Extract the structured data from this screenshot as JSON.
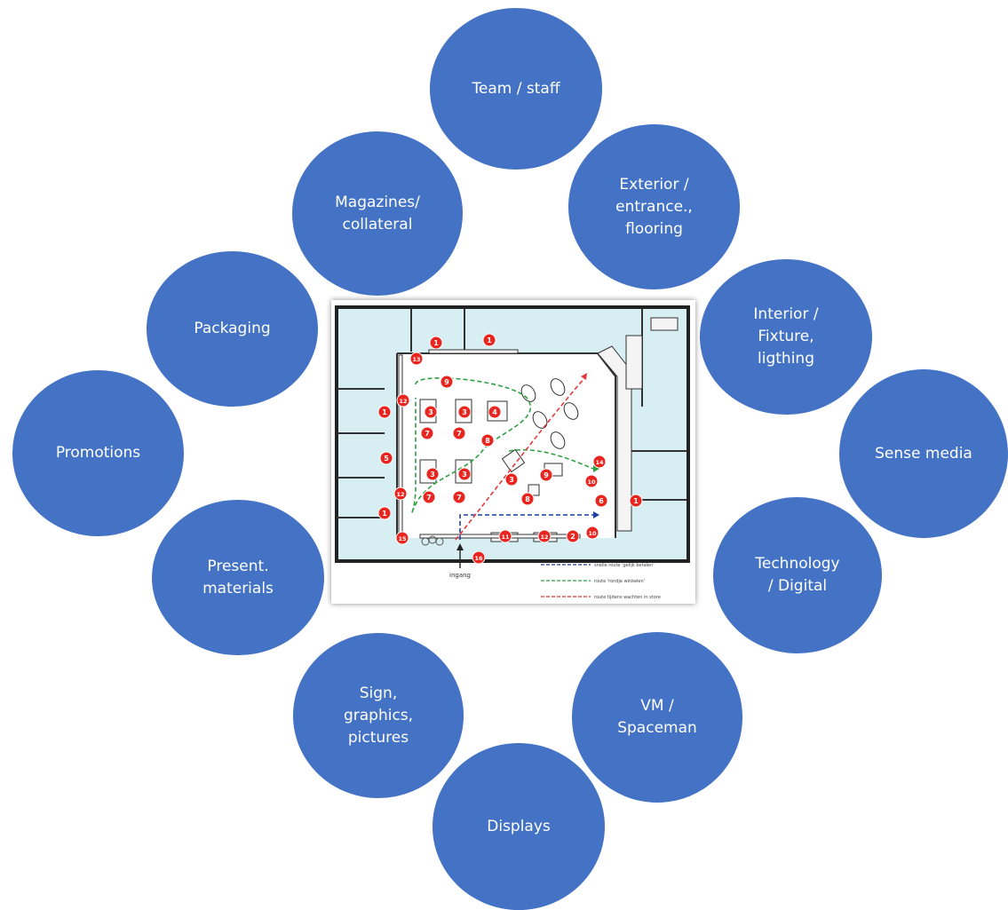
{
  "colors": {
    "circle_fill": "#4472c4",
    "circle_text": "#ffffff",
    "floor_tint": "#d7eef2",
    "pin_red": "#e8251f",
    "route_blue": "#1f3fa8",
    "route_green": "#2ea043",
    "route_red": "#e23a3a"
  },
  "circles": {
    "team": "Team / staff",
    "exterior": "Exterior /\nentrance.,\nflooring",
    "interior": "Interior /\nFixture,\nligthing",
    "sense": "Sense media",
    "technology": "Technology\n/ Digital",
    "vm": "VM /\nSpaceman",
    "displays": "Displays",
    "sign": "Sign,\ngraphics,\npictures",
    "present": "Present.\nmaterials",
    "promotions": "Promotions",
    "packaging": "Packaging",
    "magazines": "Magazines/\ncollateral"
  },
  "floorplan": {
    "entrance_label": "ingang",
    "legend": [
      "snelle route 'gelijk betalen'",
      "route 'rondje winkelen'",
      "route tijdens wachten in store"
    ],
    "pins": [
      "1",
      "1",
      "13",
      "12",
      "1",
      "5",
      "12",
      "1",
      "15",
      "16",
      "11",
      "12",
      "2",
      "10",
      "6",
      "10",
      "14",
      "1",
      "9",
      "3",
      "3",
      "7",
      "7",
      "4",
      "8",
      "3",
      "3",
      "7",
      "7",
      "3",
      "8",
      "9"
    ]
  }
}
